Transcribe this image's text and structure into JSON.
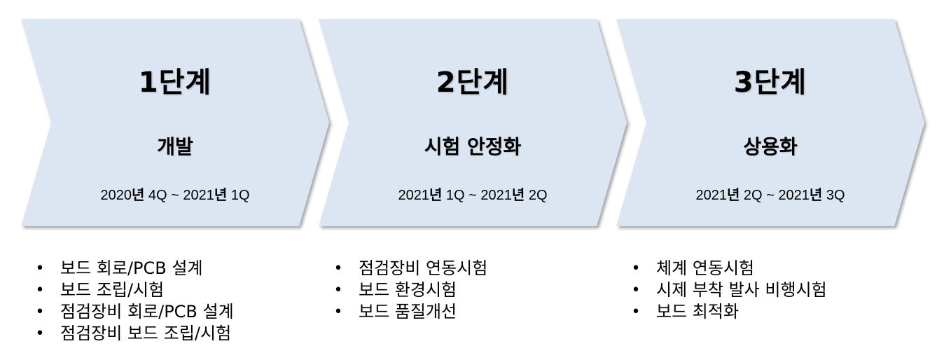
{
  "colors": {
    "chevron_fill": "#dce6f2",
    "chevron_shadow": "#7f7f7f",
    "text": "#000000"
  },
  "stages": [
    {
      "title": "1단계",
      "subtitle": "개발",
      "period_start_year": "2020",
      "period_start_unit": "년",
      "period_start_q": " 4Q ~ ",
      "period_end_year": "2021",
      "period_end_unit": "년",
      "period_end_q": " 1Q",
      "tasks": [
        "보드 회로/PCB 설계",
        "보드 조립/시험",
        "점검장비 회로/PCB 설계",
        "점검장비 보드 조립/시험"
      ]
    },
    {
      "title": "2단계",
      "subtitle": "시험 안정화",
      "period_start_year": "2021",
      "period_start_unit": "년",
      "period_start_q": " 1Q ~ ",
      "period_end_year": "2021",
      "period_end_unit": "년",
      "period_end_q": " 2Q",
      "tasks": [
        "점검장비 연동시험",
        "보드 환경시험",
        "보드 품질개선"
      ]
    },
    {
      "title": "3단계",
      "subtitle": "상용화",
      "period_start_year": "2021",
      "period_start_unit": "년",
      "period_start_q": " 2Q ~ ",
      "period_end_year": "2021",
      "period_end_unit": "년",
      "period_end_q": " 3Q",
      "tasks": [
        "체계 연동시험",
        "시제 부착 발사 비행시험",
        "보드 최적화"
      ]
    }
  ],
  "bullet_glyph": "•"
}
